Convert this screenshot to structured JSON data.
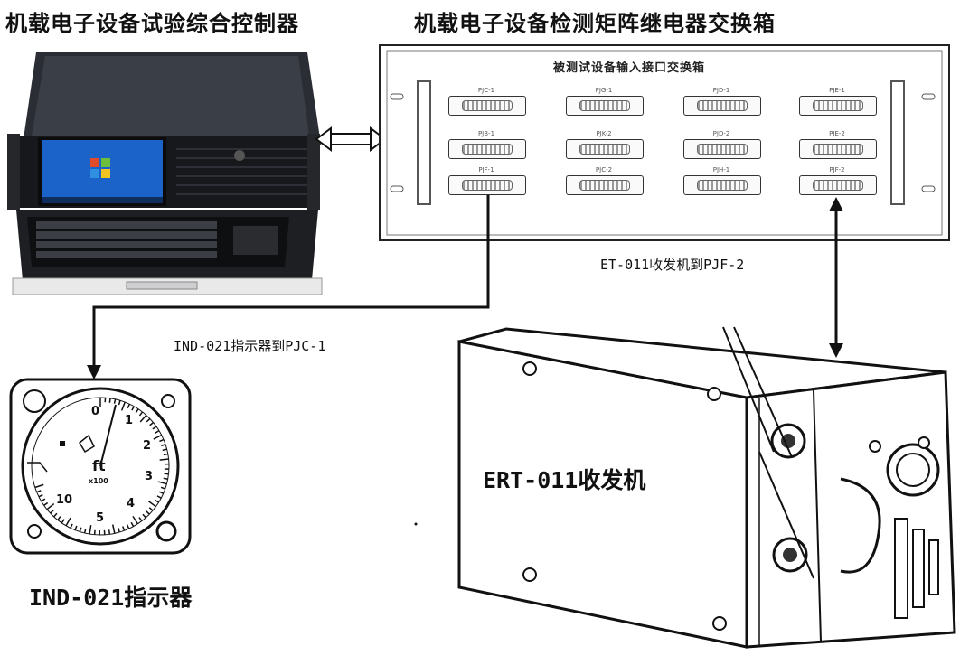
{
  "titles": {
    "controller": "机载电子设备试验综合控制器",
    "switch_box": "机载电子设备检测矩阵继电器交换箱"
  },
  "panel": {
    "title": "被测试设备输入接口交换箱",
    "ports": [
      [
        "PJC-1",
        "PJG-1",
        "PJD-1",
        "PJE-1"
      ],
      [
        "PJB-1",
        "PJK-2",
        "PJD-2",
        "PJE-2"
      ],
      [
        "PJF-1",
        "PJC-2",
        "PJH-1",
        "PJF-2"
      ]
    ]
  },
  "connections": {
    "ind_to_pjc": "IND-021指示器到PJC-1",
    "et_to_pjf": "ET-011收发机到PJF-2"
  },
  "devices": {
    "indicator_label": "IND-021指示器",
    "transceiver_label": "ERT-011收发机"
  },
  "indicator": {
    "numbers": [
      "0",
      "1",
      "2",
      "3",
      "4",
      "5",
      "10"
    ],
    "unit": "ft",
    "unit_sub": "x100"
  }
}
